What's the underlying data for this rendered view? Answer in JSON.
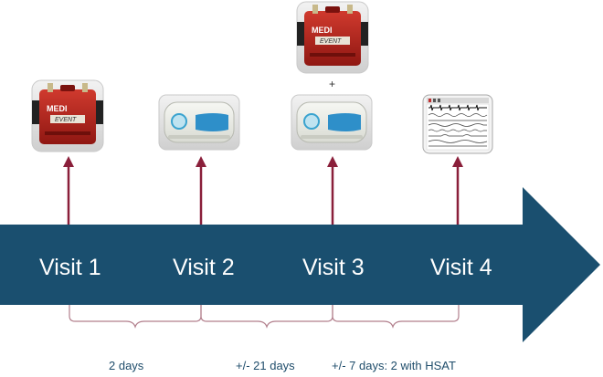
{
  "colors": {
    "arrow": "#1a4f6f",
    "connector": "#8a1f3a",
    "brace": "#b27f8c",
    "interval_text": "#1f4d6b",
    "device_red": "#b8231d",
    "device_blue": "#2e8fc9"
  },
  "visits": [
    {
      "label": "Visit 1",
      "device_icons": [
        "red-event-monitor-icon"
      ]
    },
    {
      "label": "Visit 2",
      "device_icons": [
        "white-sleep-device-icon"
      ]
    },
    {
      "label": "Visit 3",
      "device_icons": [
        "red-event-monitor-icon",
        "white-sleep-device-icon"
      ]
    },
    {
      "label": "Visit 4",
      "device_icons": [
        "sleep-study-recording-icon"
      ]
    }
  ],
  "plus_sign": "+",
  "device_text": {
    "brand": "MEDI",
    "event": "EVENT"
  },
  "intervals": [
    {
      "label": "2 days"
    },
    {
      "label": "+/- 21 days"
    },
    {
      "label": "+/- 7 days: 2 with HSAT"
    }
  ]
}
